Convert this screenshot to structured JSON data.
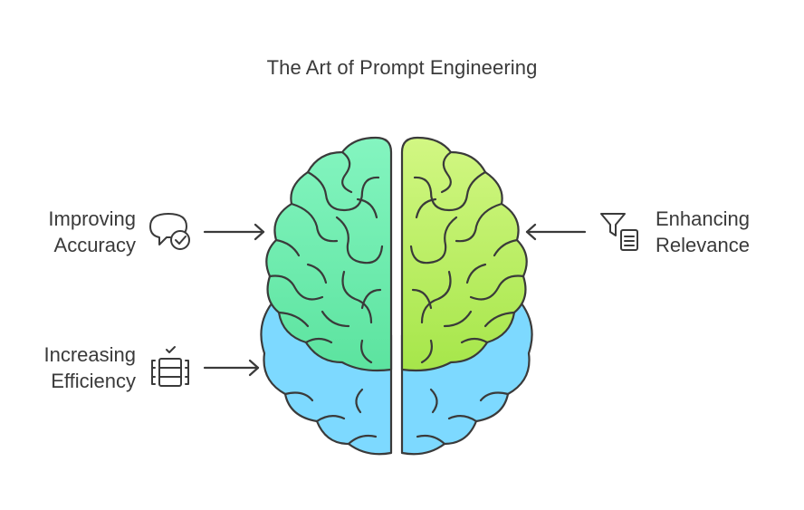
{
  "title": "The Art of Prompt Engineering",
  "items": [
    {
      "line1": "Improving",
      "line2": "Accuracy",
      "icon": "speech-bubble-check-icon"
    },
    {
      "line1": "Increasing",
      "line2": "Efficiency",
      "icon": "stacked-rows-check-icon"
    },
    {
      "line1": "Enhancing",
      "line2": "Relevance",
      "icon": "filter-document-icon"
    }
  ],
  "colors": {
    "left_top": "#7ef2b9",
    "left_bottom": "#5ee3a0",
    "right_top": "#cdf57a",
    "right_bottom": "#a9e84f",
    "bottom_lobe": "#7dd9ff",
    "outline": "#3a3a3a"
  }
}
